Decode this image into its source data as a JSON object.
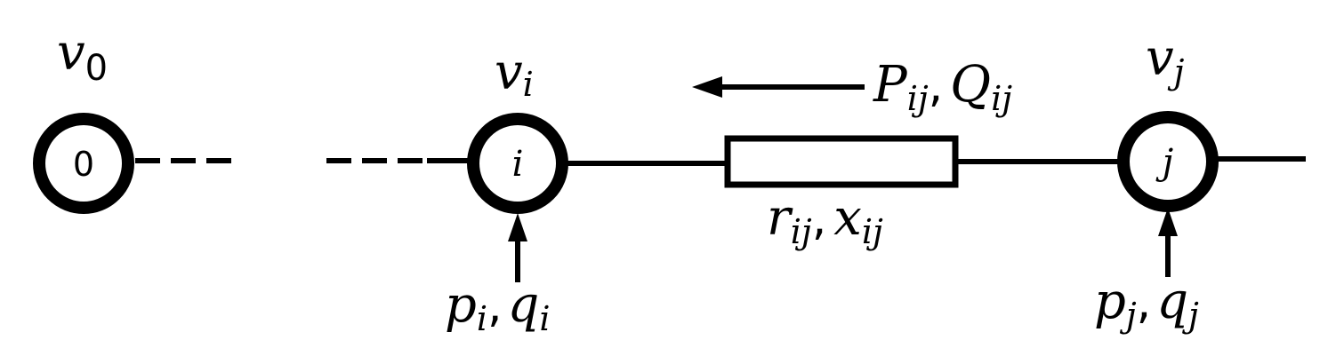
{
  "nodes": {
    "n0": {
      "voltage": "v",
      "voltage_sub": "0",
      "label": "0"
    },
    "ni": {
      "voltage": "v",
      "voltage_sub": "i",
      "label": "i",
      "injection_p": "p",
      "injection_p_sub": "i",
      "injection_q": "q",
      "injection_q_sub": "i"
    },
    "nj": {
      "voltage": "v",
      "voltage_sub": "j",
      "label": "j",
      "injection_p": "p",
      "injection_p_sub": "j",
      "injection_q": "q",
      "injection_q_sub": "j"
    }
  },
  "line": {
    "flow_P": "P",
    "flow_Q": "Q",
    "flow_sub": "ij",
    "r": "r",
    "x": "x",
    "imp_sub": "ij"
  },
  "separator": ","
}
